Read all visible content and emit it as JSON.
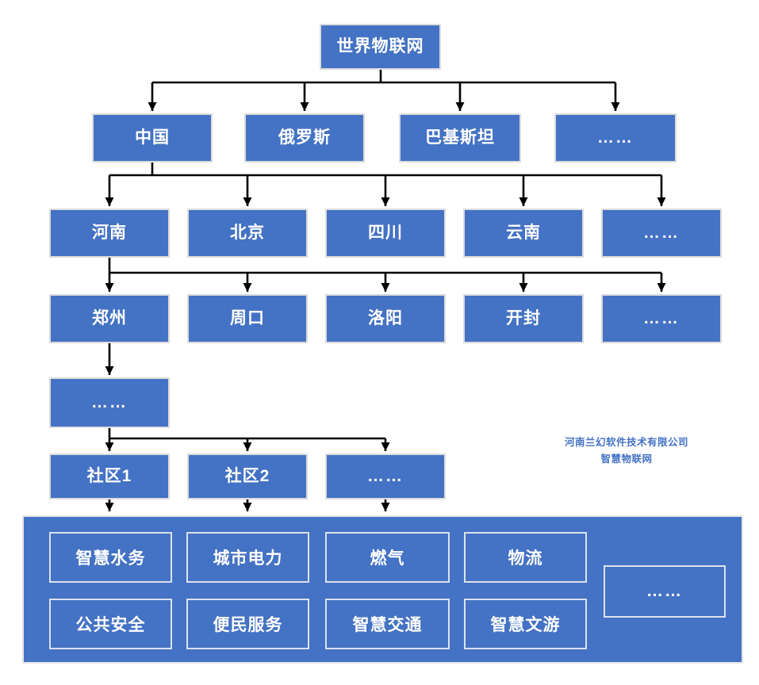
{
  "tree": {
    "root": {
      "label": "世界物联网"
    },
    "countries": [
      {
        "label": "中国"
      },
      {
        "label": "俄罗斯"
      },
      {
        "label": "巴基斯坦"
      },
      {
        "label": "……"
      }
    ],
    "provinces": [
      {
        "label": "河南"
      },
      {
        "label": "北京"
      },
      {
        "label": "四川"
      },
      {
        "label": "云南"
      },
      {
        "label": "……"
      }
    ],
    "cities": [
      {
        "label": "郑州"
      },
      {
        "label": "周口"
      },
      {
        "label": "洛阳"
      },
      {
        "label": "开封"
      },
      {
        "label": "……"
      }
    ],
    "districts_more": {
      "label": "……"
    },
    "communities": [
      {
        "label": "社区1"
      },
      {
        "label": "社区2"
      },
      {
        "label": "……"
      }
    ]
  },
  "services": {
    "row1": [
      {
        "label": "智慧水务"
      },
      {
        "label": "城市电力"
      },
      {
        "label": "燃气"
      },
      {
        "label": "物流"
      }
    ],
    "row2": [
      {
        "label": "公共安全"
      },
      {
        "label": "便民服务"
      },
      {
        "label": "智慧交通"
      },
      {
        "label": "智慧文游"
      }
    ],
    "more": {
      "label": "……"
    }
  },
  "watermark": {
    "line1": "河南兰幻软件技术有限公司",
    "line2": "智慧物联网"
  },
  "colors": {
    "node_fill": "#4472C4",
    "node_border": "#DCDCDC",
    "panel_fill": "#4472C4",
    "inner_border": "#DCE2EE",
    "connector": "#000000",
    "watermark": "#4472C4"
  }
}
